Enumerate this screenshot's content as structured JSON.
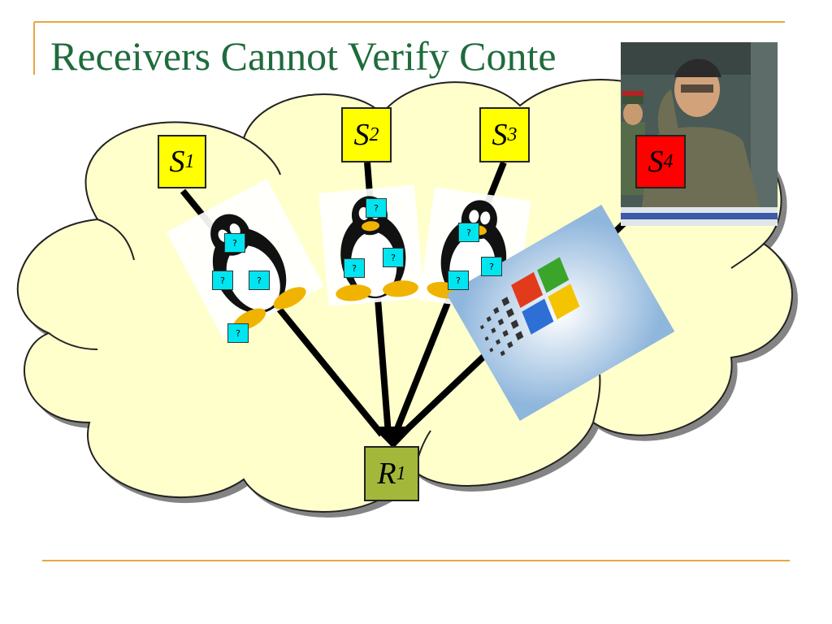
{
  "slide": {
    "title": "Receivers Cannot Verify Conte"
  },
  "nodes": {
    "s1": {
      "letter": "S",
      "sub": "1",
      "color": "#ffff00"
    },
    "s2": {
      "letter": "S",
      "sub": "2",
      "color": "#ffff00"
    },
    "s3": {
      "letter": "S",
      "sub": "3",
      "color": "#ffff00"
    },
    "s4": {
      "letter": "S",
      "sub": "4",
      "color": "#ff0000"
    },
    "r1": {
      "letter": "R",
      "sub": "1",
      "color": "#a3b83a"
    }
  },
  "question_marker": "?",
  "icons": {
    "penguin": "linux-penguin-icon",
    "windows": "windows-logo-icon",
    "photo": "leader-photo"
  },
  "colors": {
    "cloud_fill": "#ffffcc",
    "title": "#1f6b3c",
    "rule_line": "#e8a640",
    "marker": "#00e5f0"
  }
}
